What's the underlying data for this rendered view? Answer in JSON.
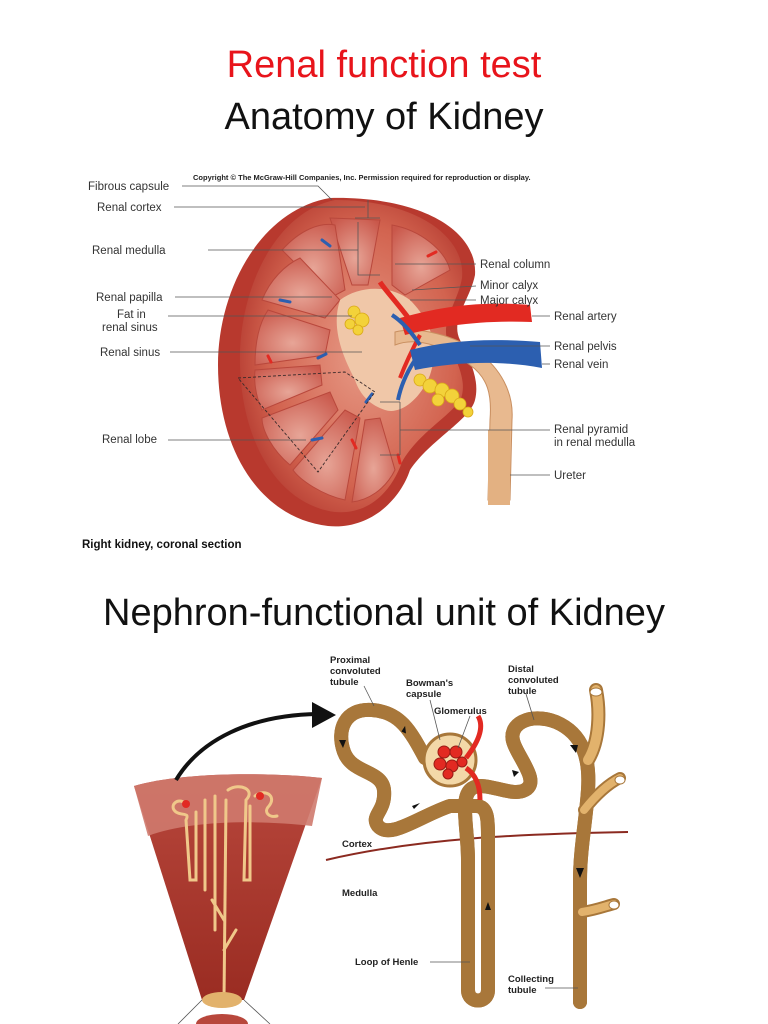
{
  "header": {
    "title": "Renal function test",
    "subtitle": "Anatomy of Kidney"
  },
  "kidney": {
    "copyright": "Copyright © The McGraw-Hill Companies, Inc. Permission required for reproduction or display.",
    "caption": "Right kidney, coronal section",
    "labels_left": [
      "Fibrous capsule",
      "Renal cortex",
      "Renal medulla",
      "Renal papilla",
      "Fat in",
      "renal sinus",
      "Renal sinus",
      "Renal lobe"
    ],
    "labels_right": [
      "Renal column",
      "Minor calyx",
      "Major calyx",
      "Renal artery",
      "Renal pelvis",
      "Renal vein",
      "Renal pyramid",
      "in renal medulla",
      "Ureter"
    ]
  },
  "nephron": {
    "title": "Nephron-functional unit of Kidney",
    "labels": {
      "pct1": "Proximal",
      "pct2": "convoluted",
      "pct3": "tubule",
      "bow1": "Bowman's",
      "bow2": "capsule",
      "glom": "Glomerulus",
      "dct1": "Distal",
      "dct2": "convoluted",
      "dct3": "tubule",
      "cortex": "Cortex",
      "medulla": "Medulla",
      "loop": "Loop of Henle",
      "col1": "Collecting",
      "col2": "tubule"
    }
  },
  "colors": {
    "title_red": "#e8141b",
    "kidney_body": "#c9473c",
    "artery": "#e22a22",
    "vein": "#2c5fb0",
    "fat": "#f3d23a",
    "tubule": "#e2b26c"
  }
}
